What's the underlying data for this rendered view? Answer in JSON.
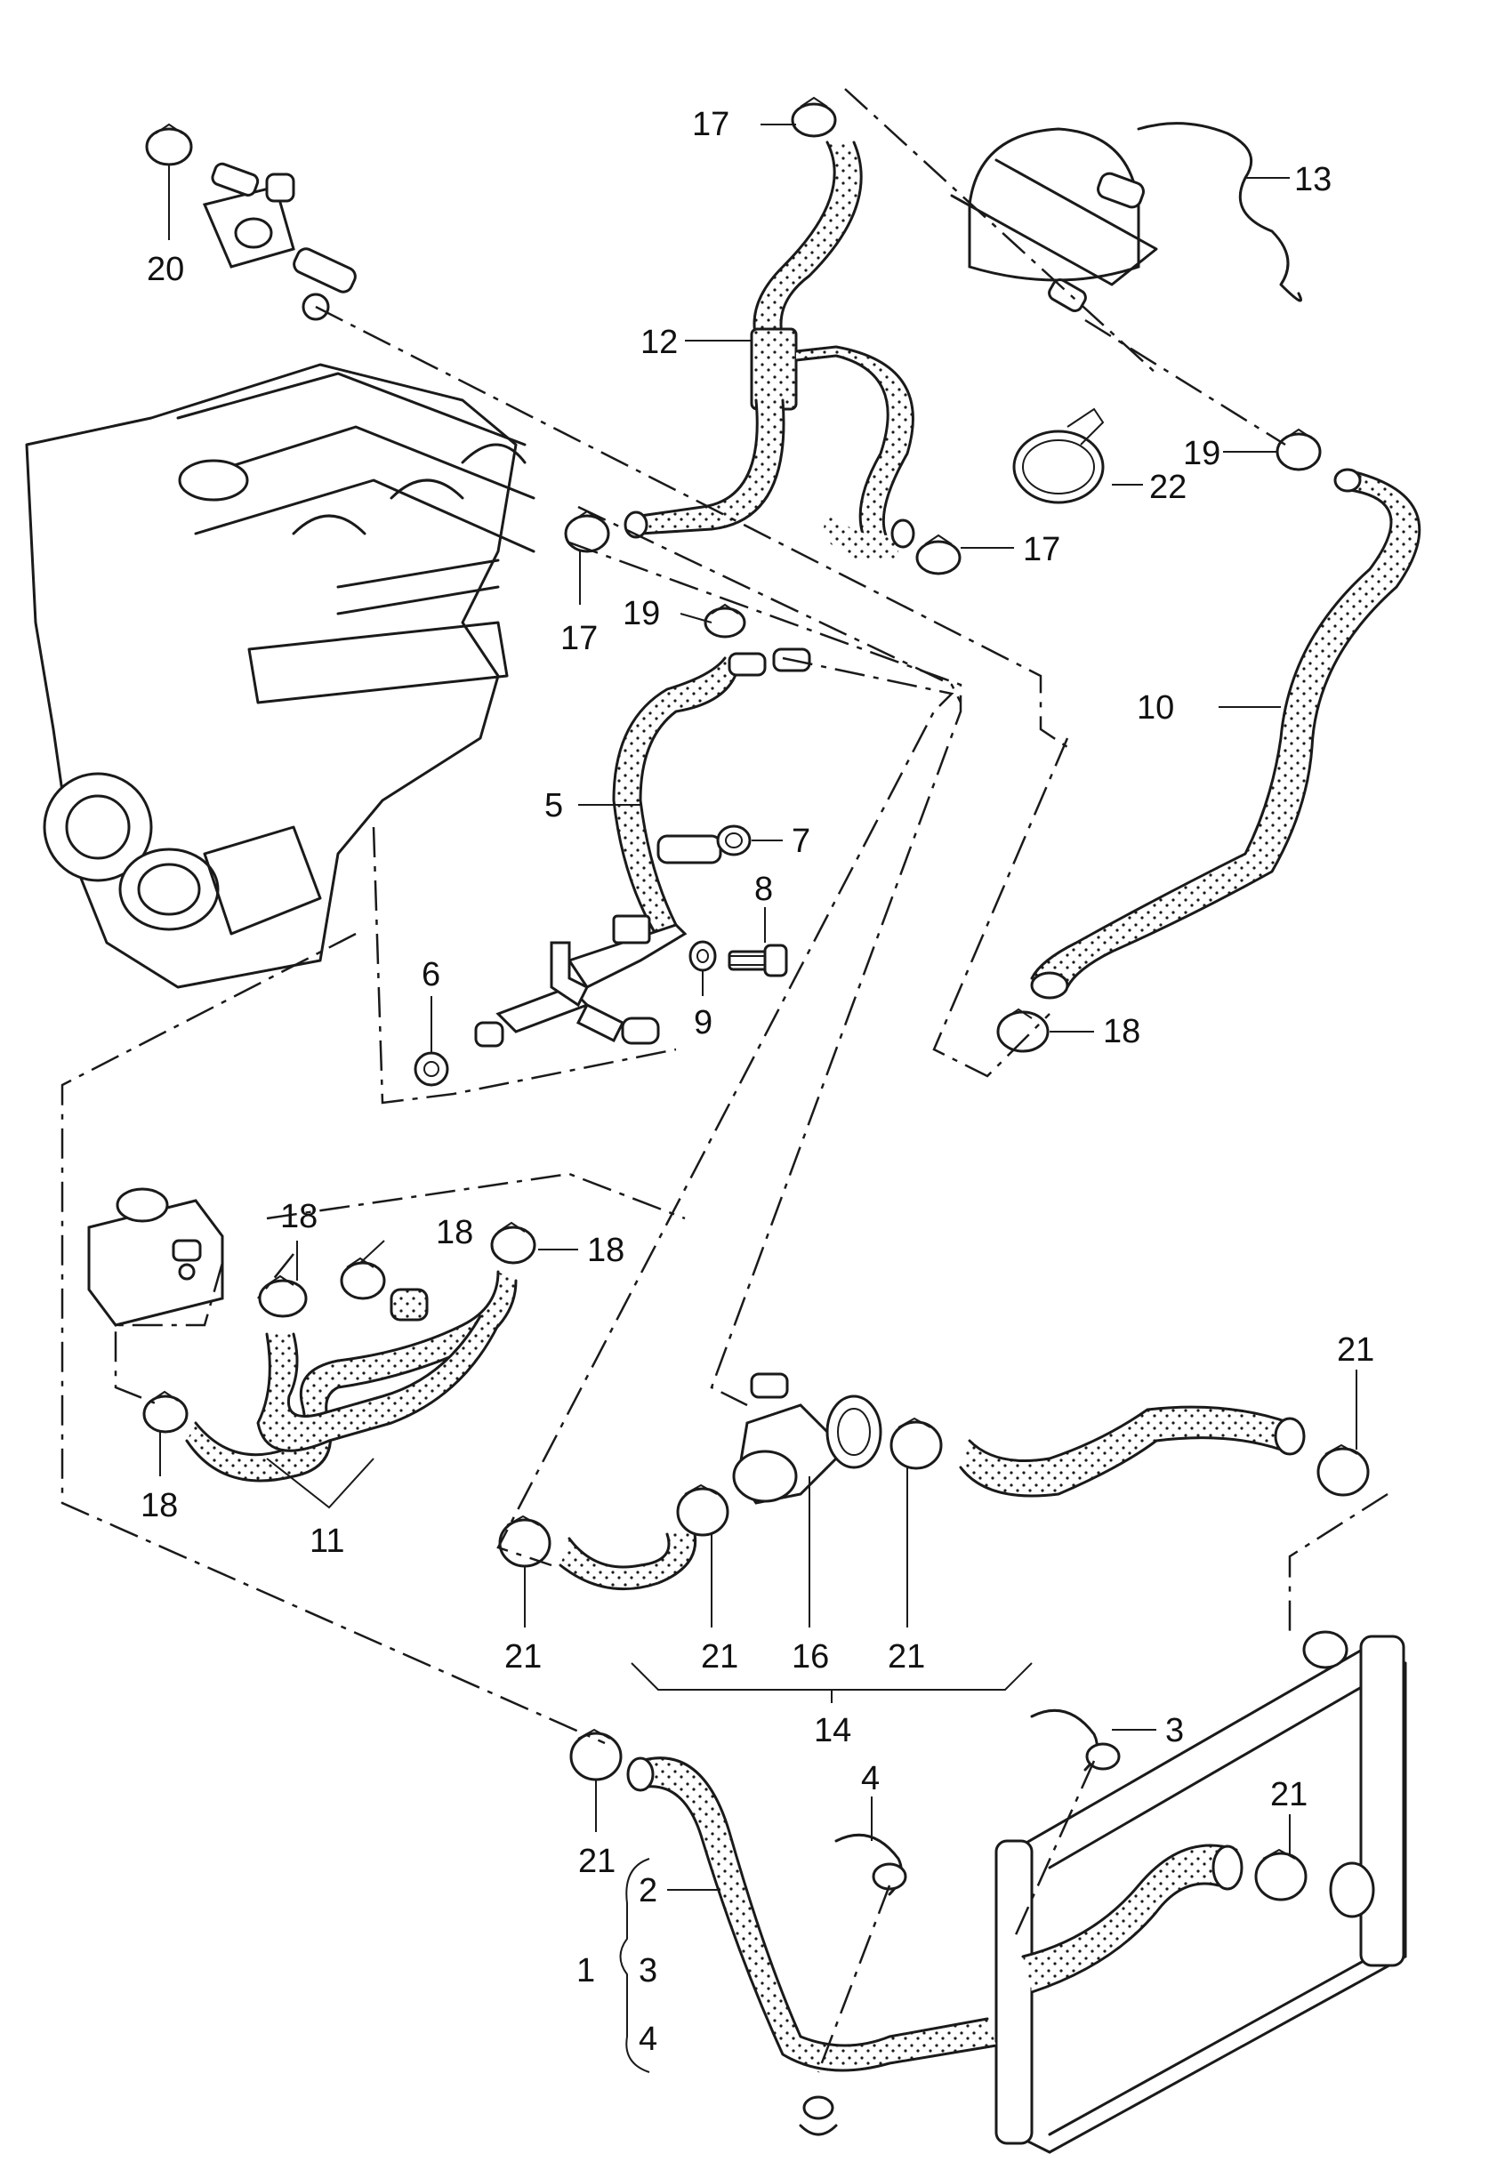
{
  "diagram": {
    "callouts": [
      {
        "id": "c17a",
        "text": "17"
      },
      {
        "id": "c13",
        "text": "13"
      },
      {
        "id": "c20",
        "text": "20"
      },
      {
        "id": "c12",
        "text": "12"
      },
      {
        "id": "c19a",
        "text": "19"
      },
      {
        "id": "c22",
        "text": "22"
      },
      {
        "id": "c17b",
        "text": "17"
      },
      {
        "id": "c17c",
        "text": "17"
      },
      {
        "id": "c19b",
        "text": "19"
      },
      {
        "id": "c10",
        "text": "10"
      },
      {
        "id": "c5",
        "text": "5"
      },
      {
        "id": "c7",
        "text": "7"
      },
      {
        "id": "c8",
        "text": "8"
      },
      {
        "id": "c6",
        "text": "6"
      },
      {
        "id": "c9",
        "text": "9"
      },
      {
        "id": "c18a",
        "text": "18"
      },
      {
        "id": "c18b",
        "text": "18"
      },
      {
        "id": "c18c",
        "text": "18"
      },
      {
        "id": "c18d",
        "text": "18"
      },
      {
        "id": "c18e",
        "text": "18"
      },
      {
        "id": "c11",
        "text": "11"
      },
      {
        "id": "c21a",
        "text": "21"
      },
      {
        "id": "c21b",
        "text": "21"
      },
      {
        "id": "c16",
        "text": "16"
      },
      {
        "id": "c21c",
        "text": "21"
      },
      {
        "id": "c21d",
        "text": "21"
      },
      {
        "id": "c14",
        "text": "14"
      },
      {
        "id": "c3a",
        "text": "3"
      },
      {
        "id": "c4a",
        "text": "4"
      },
      {
        "id": "c21e",
        "text": "21"
      },
      {
        "id": "c21f",
        "text": "21"
      },
      {
        "id": "c2",
        "text": "2"
      },
      {
        "id": "c1",
        "text": "1"
      },
      {
        "id": "c3b",
        "text": "3"
      },
      {
        "id": "c4b",
        "text": "4"
      }
    ]
  }
}
